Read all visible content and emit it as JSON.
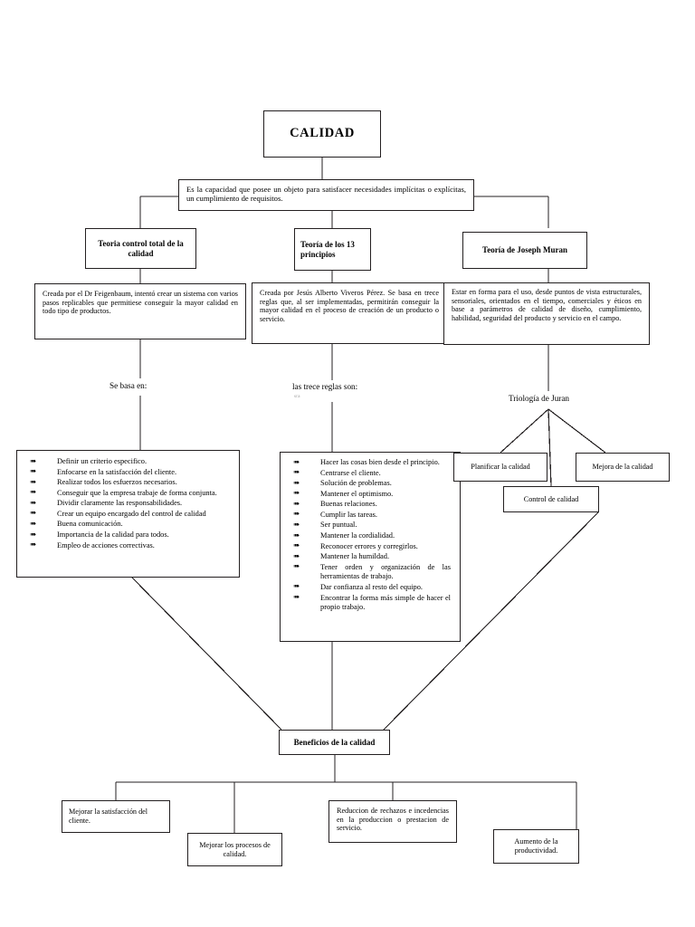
{
  "diagram": {
    "title": "CALIDAD",
    "definition": "Es la capacidad que posee un objeto para satisfacer necesidades implícitas o explícitas, un cumplimiento de requisitos.",
    "branches": [
      {
        "theory_title": "Teoria control total de la calidad",
        "description": "Creada por el Dr Feigenbaum, intentó crear un sistema con varios pasos replicables que permitiese conseguir la mayor calidad en todo tipo de productos.",
        "connector_label": "Se basa en:",
        "items": [
          "Definir un criterio especifico.",
          "Enfocarse en la satisfacción del cliente.",
          "Realizar todos los esfuerzos necesarios.",
          "Conseguir que la empresa trabaje de forma conjunta.",
          "Dividir claramente las responsabilidades.",
          "Crear un equipo encargado del control de calidad",
          "Buena comunicación.",
          "Importancia de la calidad para todos.",
          "Empleo de acciones correctivas."
        ]
      },
      {
        "theory_title": "Teoría de los 13 principios",
        "description": "Creada por Jesús Alberto Viveros Pérez. Se basa en trece reglas que, al ser implementadas, permitirán conseguir la mayor calidad en el proceso de creación de un producto o servicio.",
        "connector_label": "las trece reglas son:",
        "connector_artifact": "sra",
        "items": [
          "Hacer las cosas bien desde el principio.",
          "Centrarse el cliente.",
          "Solución de problemas.",
          "Mantener el optimismo.",
          "Buenas relaciones.",
          "Cumplir las tareas.",
          "Ser puntual.",
          "Mantener la cordialidad.",
          "Reconocer errores y corregirlos.",
          "Mantener la humildad.",
          "Tener orden y organización de las herramientas de trabajo.",
          "Dar confianza al resto del equipo.",
          "Encontrar la forma más simple de hacer el propio trabajo."
        ]
      },
      {
        "theory_title": "Teoría de Joseph Muran",
        "description": "Estar en forma para el uso, desde puntos de vista estructurales, sensoriales, orientados en el tiempo, comerciales y éticos en base a parámetros de calidad de diseño, cumplimiento, habilidad, seguridad del producto y servicio en el campo.",
        "connector_label": "Triología de Juran",
        "items": [
          "Planificar la calidad",
          "Control de calidad",
          "Mejora de la calidad"
        ]
      }
    ],
    "benefits_title": "Beneficios de la calidad",
    "benefits": [
      "Mejorar la satisfacción del cliente.",
      "Mejorar los procesos de calidad.",
      "Reduccion de rechazos e incedencias en la produccion o prestacion de servicio.",
      "Aumento de la productividad."
    ],
    "colors": {
      "line": "#231f20",
      "background": "#ffffff",
      "text": "#000000"
    }
  }
}
